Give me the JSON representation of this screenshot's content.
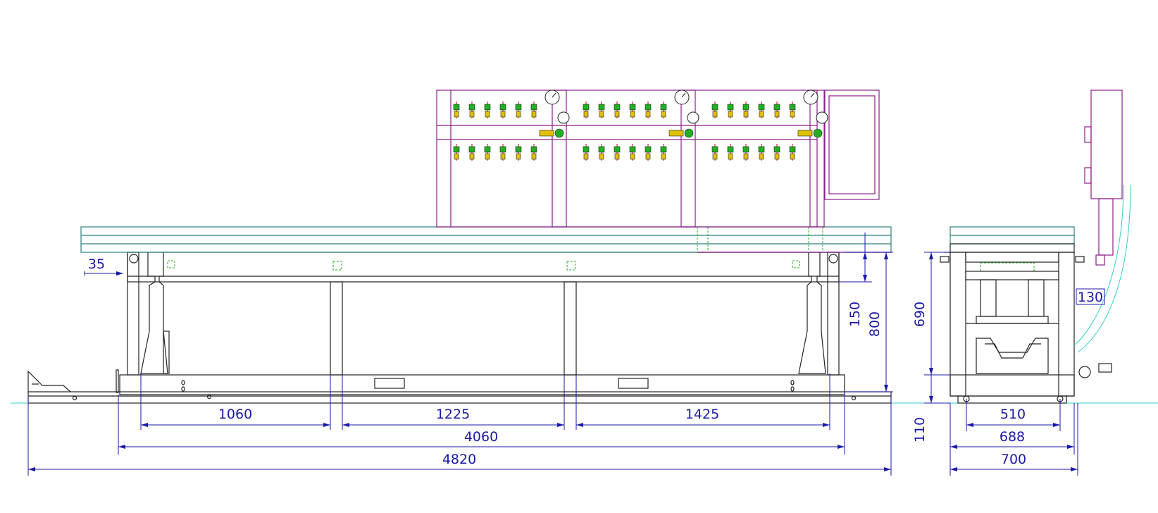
{
  "colors": {
    "frame": "#222222",
    "panel": "#8a1f8a",
    "table_top": "#2f7f7f",
    "dimension": "#1a1aa8",
    "ground": "#33cccc",
    "valve_green": "#22b022",
    "valve_yellow": "#e0c000",
    "valve_red": "#cc3333"
  },
  "dimensions": {
    "side_1060": "1060",
    "side_1225": "1225",
    "side_1425": "1425",
    "side_4060": "4060",
    "side_4820": "4820",
    "side_35": "35",
    "side_150": "150",
    "side_800": "800",
    "end_690": "690",
    "end_110": "110",
    "end_130": "130",
    "end_510": "510",
    "end_688": "688",
    "end_700": "700"
  }
}
